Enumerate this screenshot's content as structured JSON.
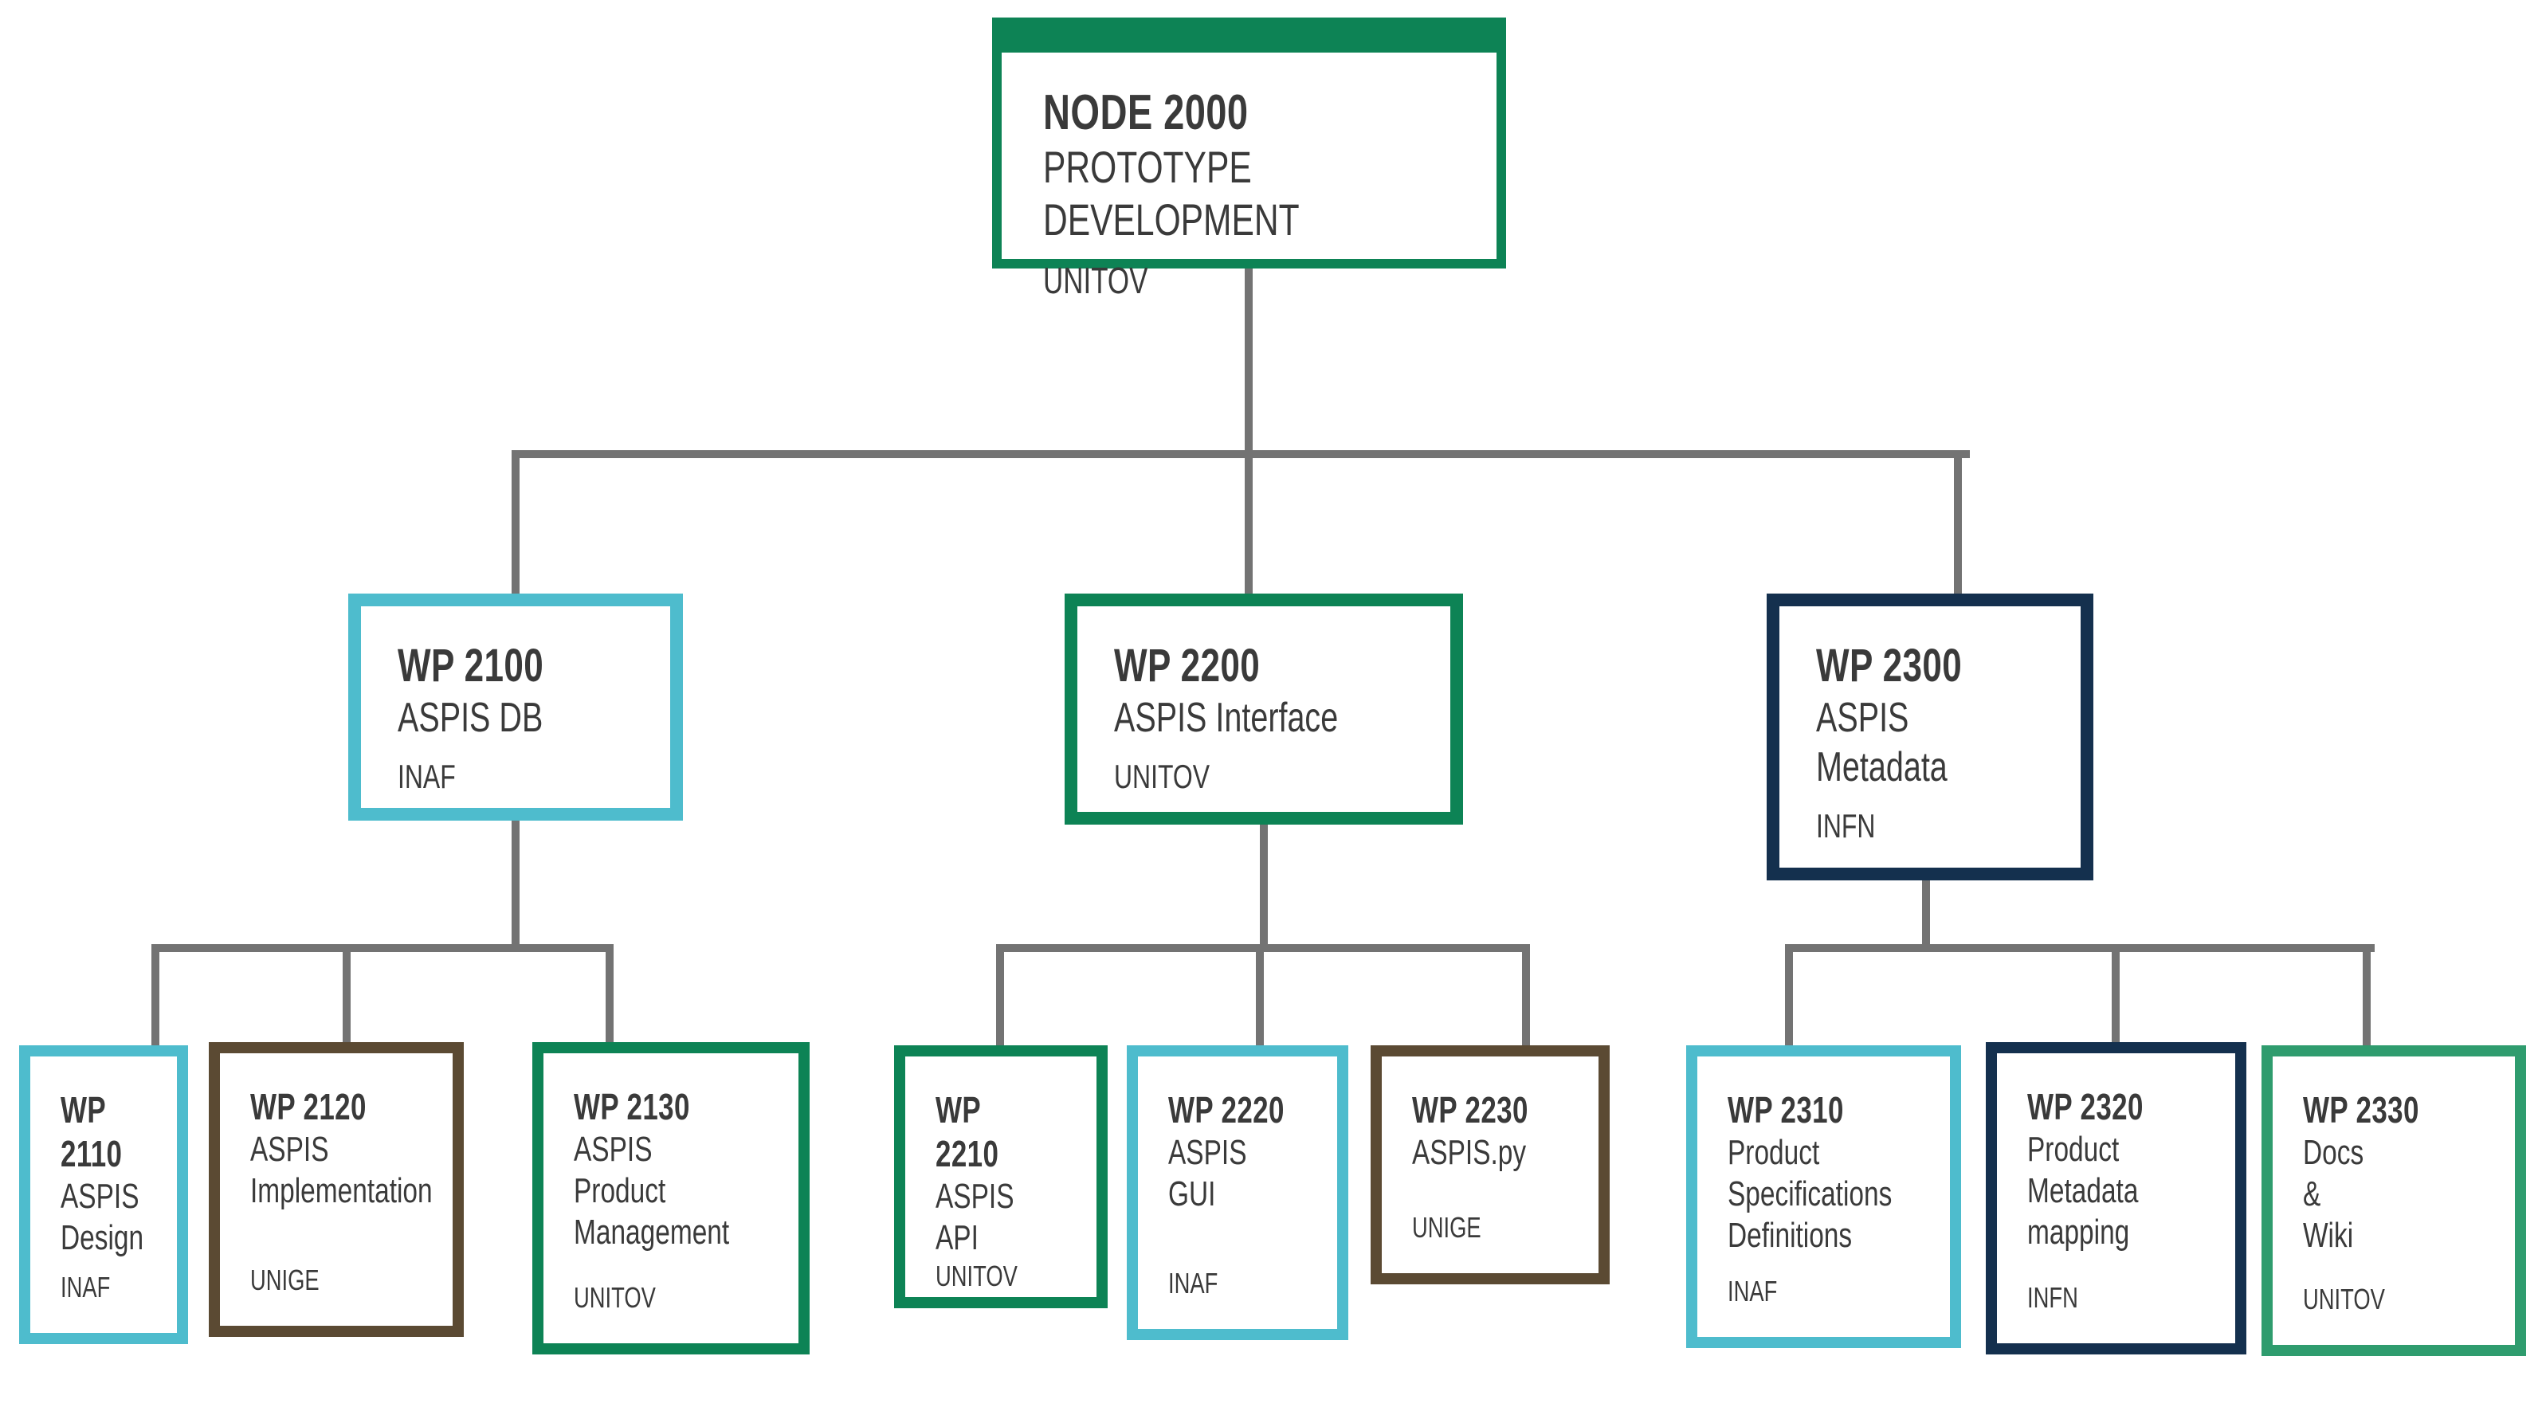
{
  "page": {
    "background": "#FFFFFF"
  },
  "diagram": {
    "type": "org-chart",
    "connector_color": "#737373",
    "text_color": "#3A3A3A",
    "palette": {
      "green": "#0D8355",
      "green_light": "#2F9C6E",
      "cyan": "#4EBCCD",
      "navy": "#14304E",
      "brown": "#5B4A33"
    },
    "nodes": [
      {
        "id": "node-2000",
        "code": "NODE 2000",
        "label": "PROTOTYPE DEVELOPMENT",
        "org": "UNITOV",
        "color": "green"
      },
      {
        "id": "wp-2100",
        "code": "WP 2100",
        "label": "ASPIS DB",
        "org": "INAF",
        "color": "cyan"
      },
      {
        "id": "wp-2200",
        "code": "WP 2200",
        "label": "ASPIS Interface",
        "org": "UNITOV",
        "color": "green"
      },
      {
        "id": "wp-2300",
        "code": "WP 2300",
        "label": "ASPIS\nMetadata",
        "org": "INFN",
        "color": "navy"
      },
      {
        "id": "wp-2110",
        "code": "WP 2110",
        "label": "ASPIS\nDesign",
        "org": "INAF",
        "color": "cyan"
      },
      {
        "id": "wp-2120",
        "code": "WP 2120",
        "label": "ASPIS\nImplementation",
        "org": "UNIGE",
        "color": "brown"
      },
      {
        "id": "wp-2130",
        "code": "WP 2130",
        "label": "ASPIS\nProduct\nManagement",
        "org": "UNITOV",
        "color": "green"
      },
      {
        "id": "wp-2210",
        "code": "WP 2210",
        "label": "ASPIS\nAPI",
        "org": "UNITOV",
        "color": "green"
      },
      {
        "id": "wp-2220",
        "code": "WP 2220",
        "label": "ASPIS\nGUI",
        "org": "INAF",
        "color": "cyan"
      },
      {
        "id": "wp-2230",
        "code": "WP 2230",
        "label": "ASPIS.py",
        "org": "UNIGE",
        "color": "brown"
      },
      {
        "id": "wp-2310",
        "code": "WP 2310",
        "label": "Product\nSpecifications\nDefinitions",
        "org": "INAF",
        "color": "cyan"
      },
      {
        "id": "wp-2320",
        "code": "WP 2320",
        "label": "Product\nMetadata\nmapping",
        "org": "INFN",
        "color": "navy"
      },
      {
        "id": "wp-2330",
        "code": "WP 2330",
        "label": "Docs\n&\nWiki",
        "org": "UNITOV",
        "color": "green_light"
      }
    ],
    "edges": [
      {
        "from": "node-2000",
        "to": "wp-2100"
      },
      {
        "from": "node-2000",
        "to": "wp-2200"
      },
      {
        "from": "node-2000",
        "to": "wp-2300"
      },
      {
        "from": "wp-2100",
        "to": "wp-2110"
      },
      {
        "from": "wp-2100",
        "to": "wp-2120"
      },
      {
        "from": "wp-2100",
        "to": "wp-2130"
      },
      {
        "from": "wp-2200",
        "to": "wp-2210"
      },
      {
        "from": "wp-2200",
        "to": "wp-2220"
      },
      {
        "from": "wp-2200",
        "to": "wp-2230"
      },
      {
        "from": "wp-2300",
        "to": "wp-2310"
      },
      {
        "from": "wp-2300",
        "to": "wp-2320"
      },
      {
        "from": "wp-2300",
        "to": "wp-2330"
      }
    ]
  }
}
